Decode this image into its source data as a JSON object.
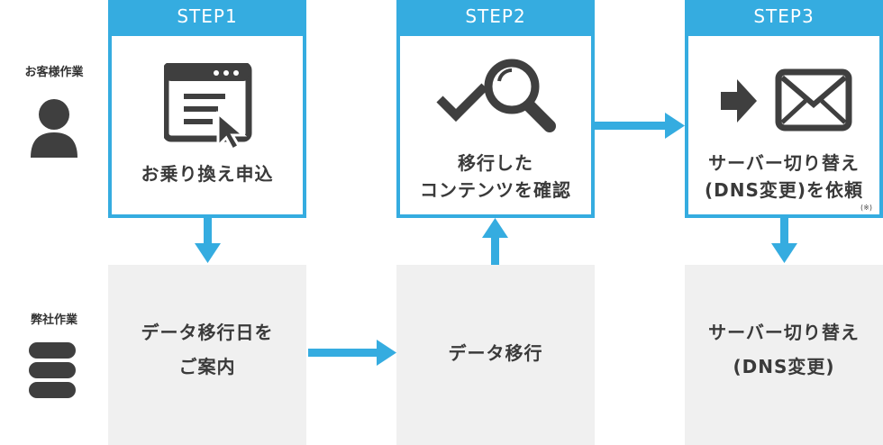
{
  "roles": {
    "customer": "お客様作業",
    "company": "弊社作業"
  },
  "icons": {
    "customer": "person-icon",
    "company": "database-icon",
    "step1": "browser-form-cursor-icon",
    "step2": "check-magnifier-icon",
    "step3": "arrow-mail-icon"
  },
  "steps": [
    {
      "label": "STEP1",
      "lines": [
        "お乗り換え申込"
      ]
    },
    {
      "label": "STEP2",
      "lines": [
        "移行した",
        "コンテンツを確認"
      ]
    },
    {
      "label": "STEP3",
      "lines": [
        "サーバー切り替え",
        "(DNS変更)を依頼"
      ],
      "note": "(※)"
    }
  ],
  "company_tasks": [
    {
      "lines": [
        "データ移行日を",
        "ご案内"
      ]
    },
    {
      "lines": [
        "データ移行"
      ]
    },
    {
      "lines": [
        "サーバー切り替え",
        "(DNS変更)"
      ]
    }
  ],
  "colors": {
    "accent": "#35ace0",
    "icon_dark": "#3f3f3f",
    "gray_box": "#f0f0f0"
  }
}
